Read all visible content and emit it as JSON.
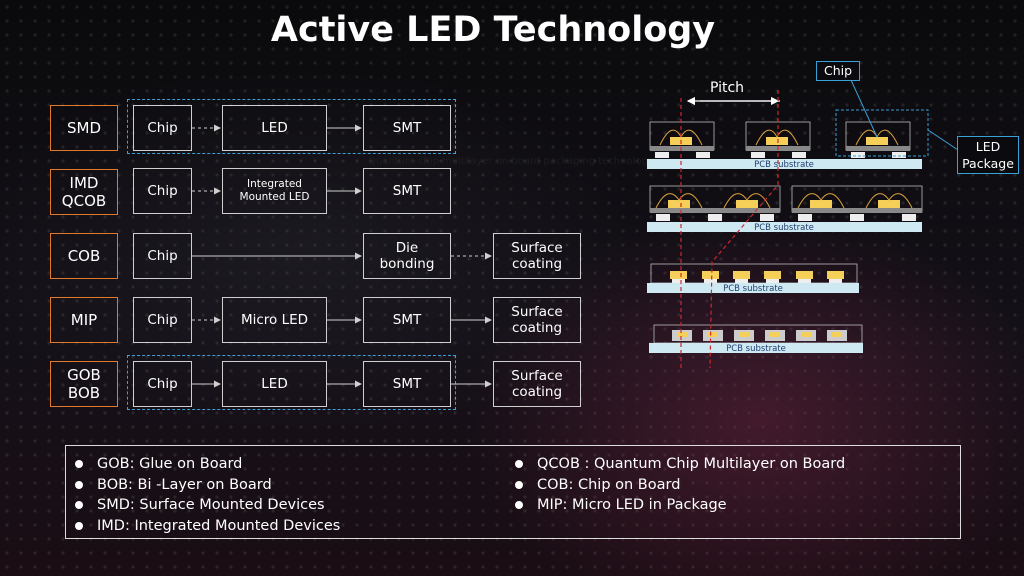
{
  "title": "Active LED Technology",
  "rows": [
    {
      "label": "SMD",
      "steps": [
        "Chip",
        "LED",
        "SMT"
      ]
    },
    {
      "label": "IMD\nQCOB",
      "steps": [
        "Chip",
        "Integrated\nMounted LED",
        "SMT"
      ]
    },
    {
      "label": "COB",
      "steps": [
        "Chip",
        "Die\nbonding",
        "Surface\ncoating"
      ]
    },
    {
      "label": "MIP",
      "steps": [
        "Chip",
        "Micro LED",
        "SMT",
        "Surface\ncoating"
      ]
    },
    {
      "label": "GOB\nBOB",
      "steps": [
        "Chip",
        "LED",
        "SMT",
        "Surface\ncoating"
      ]
    }
  ],
  "overlay_text": "Quantum chip multilayer on board packaging technology",
  "right_diagram": {
    "pitch_label": "Pitch",
    "chip_label": "Chip",
    "led_package_label": "LED\nPackage",
    "substrate_label": "PCB substrate"
  },
  "legend": {
    "left": [
      "GOB: Glue on Board",
      "BOB: Bi -Layer on Board",
      "SMD: Surface Mounted Devices",
      "IMD: Integrated Mounted Devices"
    ],
    "right": [
      "QCOB : Quantum Chip Multilayer on Board",
      "COB: Chip on Board",
      "MIP: Micro LED in Package"
    ]
  },
  "colors": {
    "accent_orange": "#e07a2a",
    "accent_blue": "#3aa0d8",
    "pitch_red": "#d0282c",
    "substrate": "#cfe9f3",
    "chip_yellow": "#f6cf58"
  }
}
